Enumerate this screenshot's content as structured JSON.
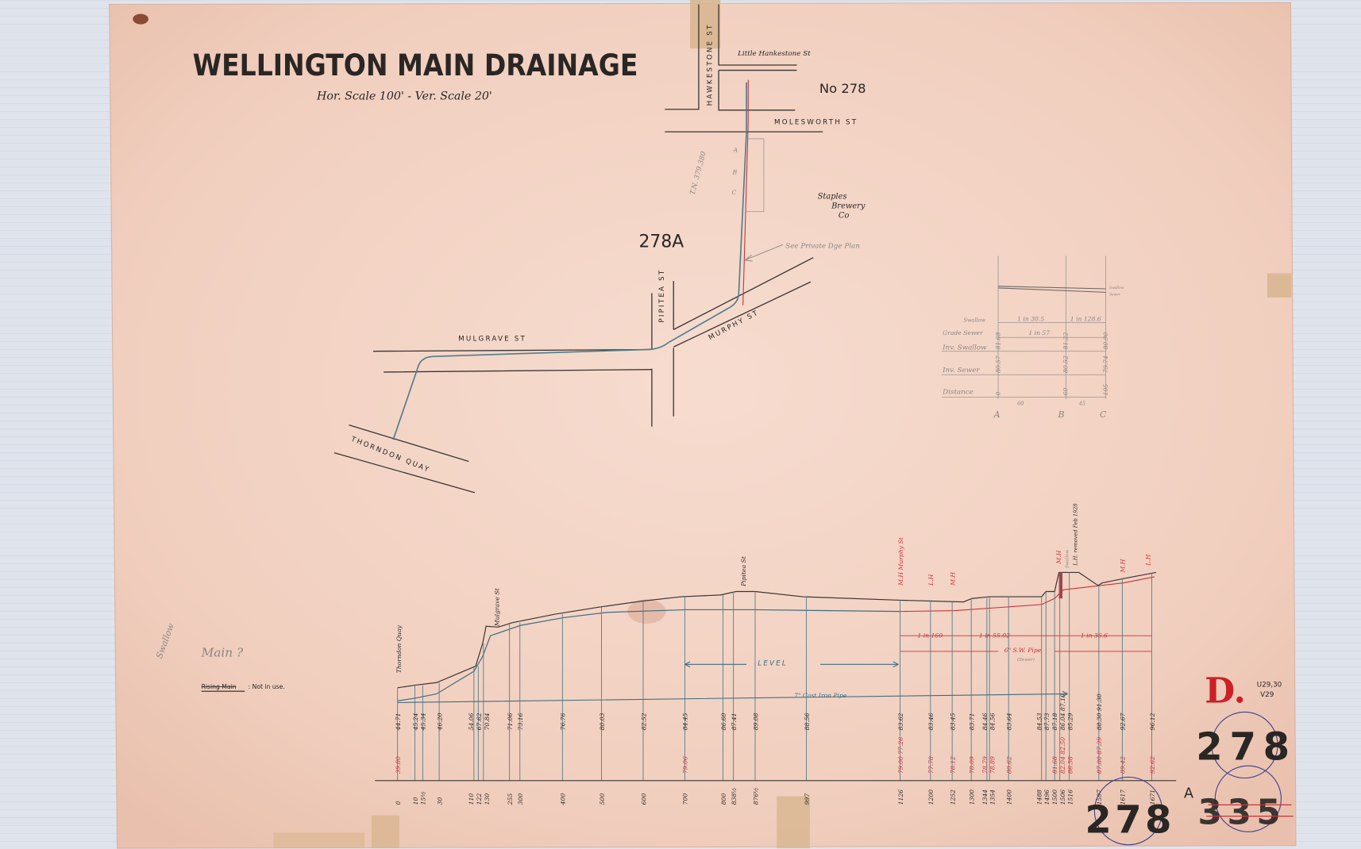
{
  "title": "WELLINGTON MAIN DRAINAGE",
  "scale_note": "Hor. Scale 100' - Ver. Scale 20'",
  "plan_number": "No 278",
  "plan_sub_number": "278A",
  "colors": {
    "paper": "#f3d3c4",
    "ink": "#2a2624",
    "sewer_blue": "#3f6d80",
    "red": "#c8323a",
    "pencil": "#8b8582",
    "stamp_circle": "#3a3f8a"
  },
  "streets": {
    "little_hankestone": "Little Hankestone St",
    "hawkestone": "HAWKESTONE ST",
    "molesworth": "MOLESWORTH ST",
    "pipitea": "PIPITEA ST",
    "murphy": "MURPHY ST",
    "mulgrave": "MULGRAVE ST",
    "thorndon_quay": "THORNDON QUAY"
  },
  "plan_notes": {
    "staples": [
      "Staples",
      "Brewery",
      "Co"
    ],
    "see_private": "See Private Dge Plan",
    "pencil_ref": "T.N. 379.380",
    "points": [
      "A",
      "B",
      "C"
    ]
  },
  "inset_section": {
    "rows": [
      "Swallow",
      "Grade Sewer",
      "Inv. Swallow",
      "Inv. Sewer",
      "Distance"
    ],
    "grades_swallow": [
      "1 in 30.5",
      "1 in 128.6"
    ],
    "grade_sewer": "1 in 57",
    "inv_swallow": [
      "81.68",
      "81.22",
      "80.90"
    ],
    "inv_sewer": [
      "80.57",
      "80.52",
      "79.74"
    ],
    "distance": [
      "0",
      "60",
      "105"
    ],
    "spans": [
      "60",
      "45"
    ],
    "points": [
      "A",
      "B",
      "C"
    ],
    "legend": [
      "Swallow",
      "Sewer"
    ]
  },
  "profile": {
    "places": {
      "thorndon_quay": "Thorndon Quay",
      "mulgrave": "Mulgrave St",
      "pipitea": "Pipitea St",
      "murphy": "M.H  Murphy St",
      "lh1": "L.H",
      "mh1": "M.H",
      "mh2": "M.H",
      "swallow": "Swallow",
      "lh_removed": "L.H. removed Feb 1928",
      "mh3": "M.H",
      "lh2": "L.H"
    },
    "level": "LEVEL",
    "cast_iron": "7\" Cast Iron Pipe",
    "grades": [
      "1 in 160",
      "1 in 55.02",
      "1 in 36.6"
    ],
    "sw_pipe": "6\" S.W. Pipe",
    "sw_note": "(Sewer)",
    "stations": [
      {
        "ground": "44.71",
        "invert": "39.80",
        "distance": "0"
      },
      {
        "ground": "45.24",
        "invert": "",
        "distance": "10"
      },
      {
        "ground": "45.34",
        "invert": "",
        "distance": "15½"
      },
      {
        "ground": "46.20",
        "invert": "",
        "distance": "30"
      },
      {
        "ground": "54.06",
        "invert": "",
        "distance": "110"
      },
      {
        "ground": "67.62",
        "invert": "",
        "distance": "122"
      },
      {
        "ground": "70.84",
        "invert": "",
        "distance": "130"
      },
      {
        "ground": "71.06",
        "invert": "",
        "distance": "255"
      },
      {
        "ground": "73.16",
        "invert": "",
        "distance": "300"
      },
      {
        "ground": "76.76",
        "invert": "",
        "distance": "400"
      },
      {
        "ground": "80.03",
        "invert": "",
        "distance": "500"
      },
      {
        "ground": "82.52",
        "invert": "",
        "distance": "600"
      },
      {
        "ground": "84.45",
        "invert": "79.06",
        "distance": "700"
      },
      {
        "ground": "86.60",
        "invert": "",
        "distance": "800"
      },
      {
        "ground": "87.41",
        "invert": "",
        "distance": "838½"
      },
      {
        "ground": "89.08",
        "invert": "",
        "distance": "876½"
      },
      {
        "ground": "88.56",
        "invert": "",
        "distance": "997"
      },
      {
        "ground": "83.62",
        "invert": "79.00 77.26",
        "distance": "1126"
      },
      {
        "ground": "83.46",
        "invert": "77.78",
        "distance": "1200"
      },
      {
        "ground": "83.45",
        "invert": "78.12",
        "distance": "1252"
      },
      {
        "ground": "83.71",
        "invert": "78.09",
        "distance": "1300"
      },
      {
        "ground": "84.46",
        "invert": "78.79",
        "distance": "1344"
      },
      {
        "ground": "84.56",
        "invert": "78.89",
        "distance": "1354"
      },
      {
        "ground": "83.64",
        "invert": "80.62",
        "distance": "1400"
      },
      {
        "ground": "84.53",
        "invert": "",
        "distance": "1488"
      },
      {
        "ground": "87.73",
        "invert": "",
        "distance": "1496"
      },
      {
        "ground": "87.18",
        "invert": "81.68",
        "distance": "1500"
      },
      {
        "ground": "86.04 87.10",
        "invert": "82.04 82.50",
        "distance": "1506"
      },
      {
        "ground": "85.29",
        "invert": "86.58",
        "distance": "1516"
      },
      {
        "ground": "88.30 91.30",
        "invert": "87.80 87.39",
        "distance": "1597"
      },
      {
        "ground": "92.67",
        "invert": "89.42",
        "distance": "1617"
      },
      {
        "ground": "96.12",
        "invert": "92.62",
        "distance": "1671"
      }
    ]
  },
  "left_notes": {
    "swallow": "Swallow",
    "main_q": "Main ?",
    "rising_main": "Rising Main",
    "not_in_use": ": Not in use."
  },
  "stamps": {
    "letter": "D.",
    "refs": [
      "U29,30",
      "V29"
    ],
    "number_top": "278",
    "number_bottom": "278",
    "superscript": "A",
    "struck_number": "335"
  }
}
